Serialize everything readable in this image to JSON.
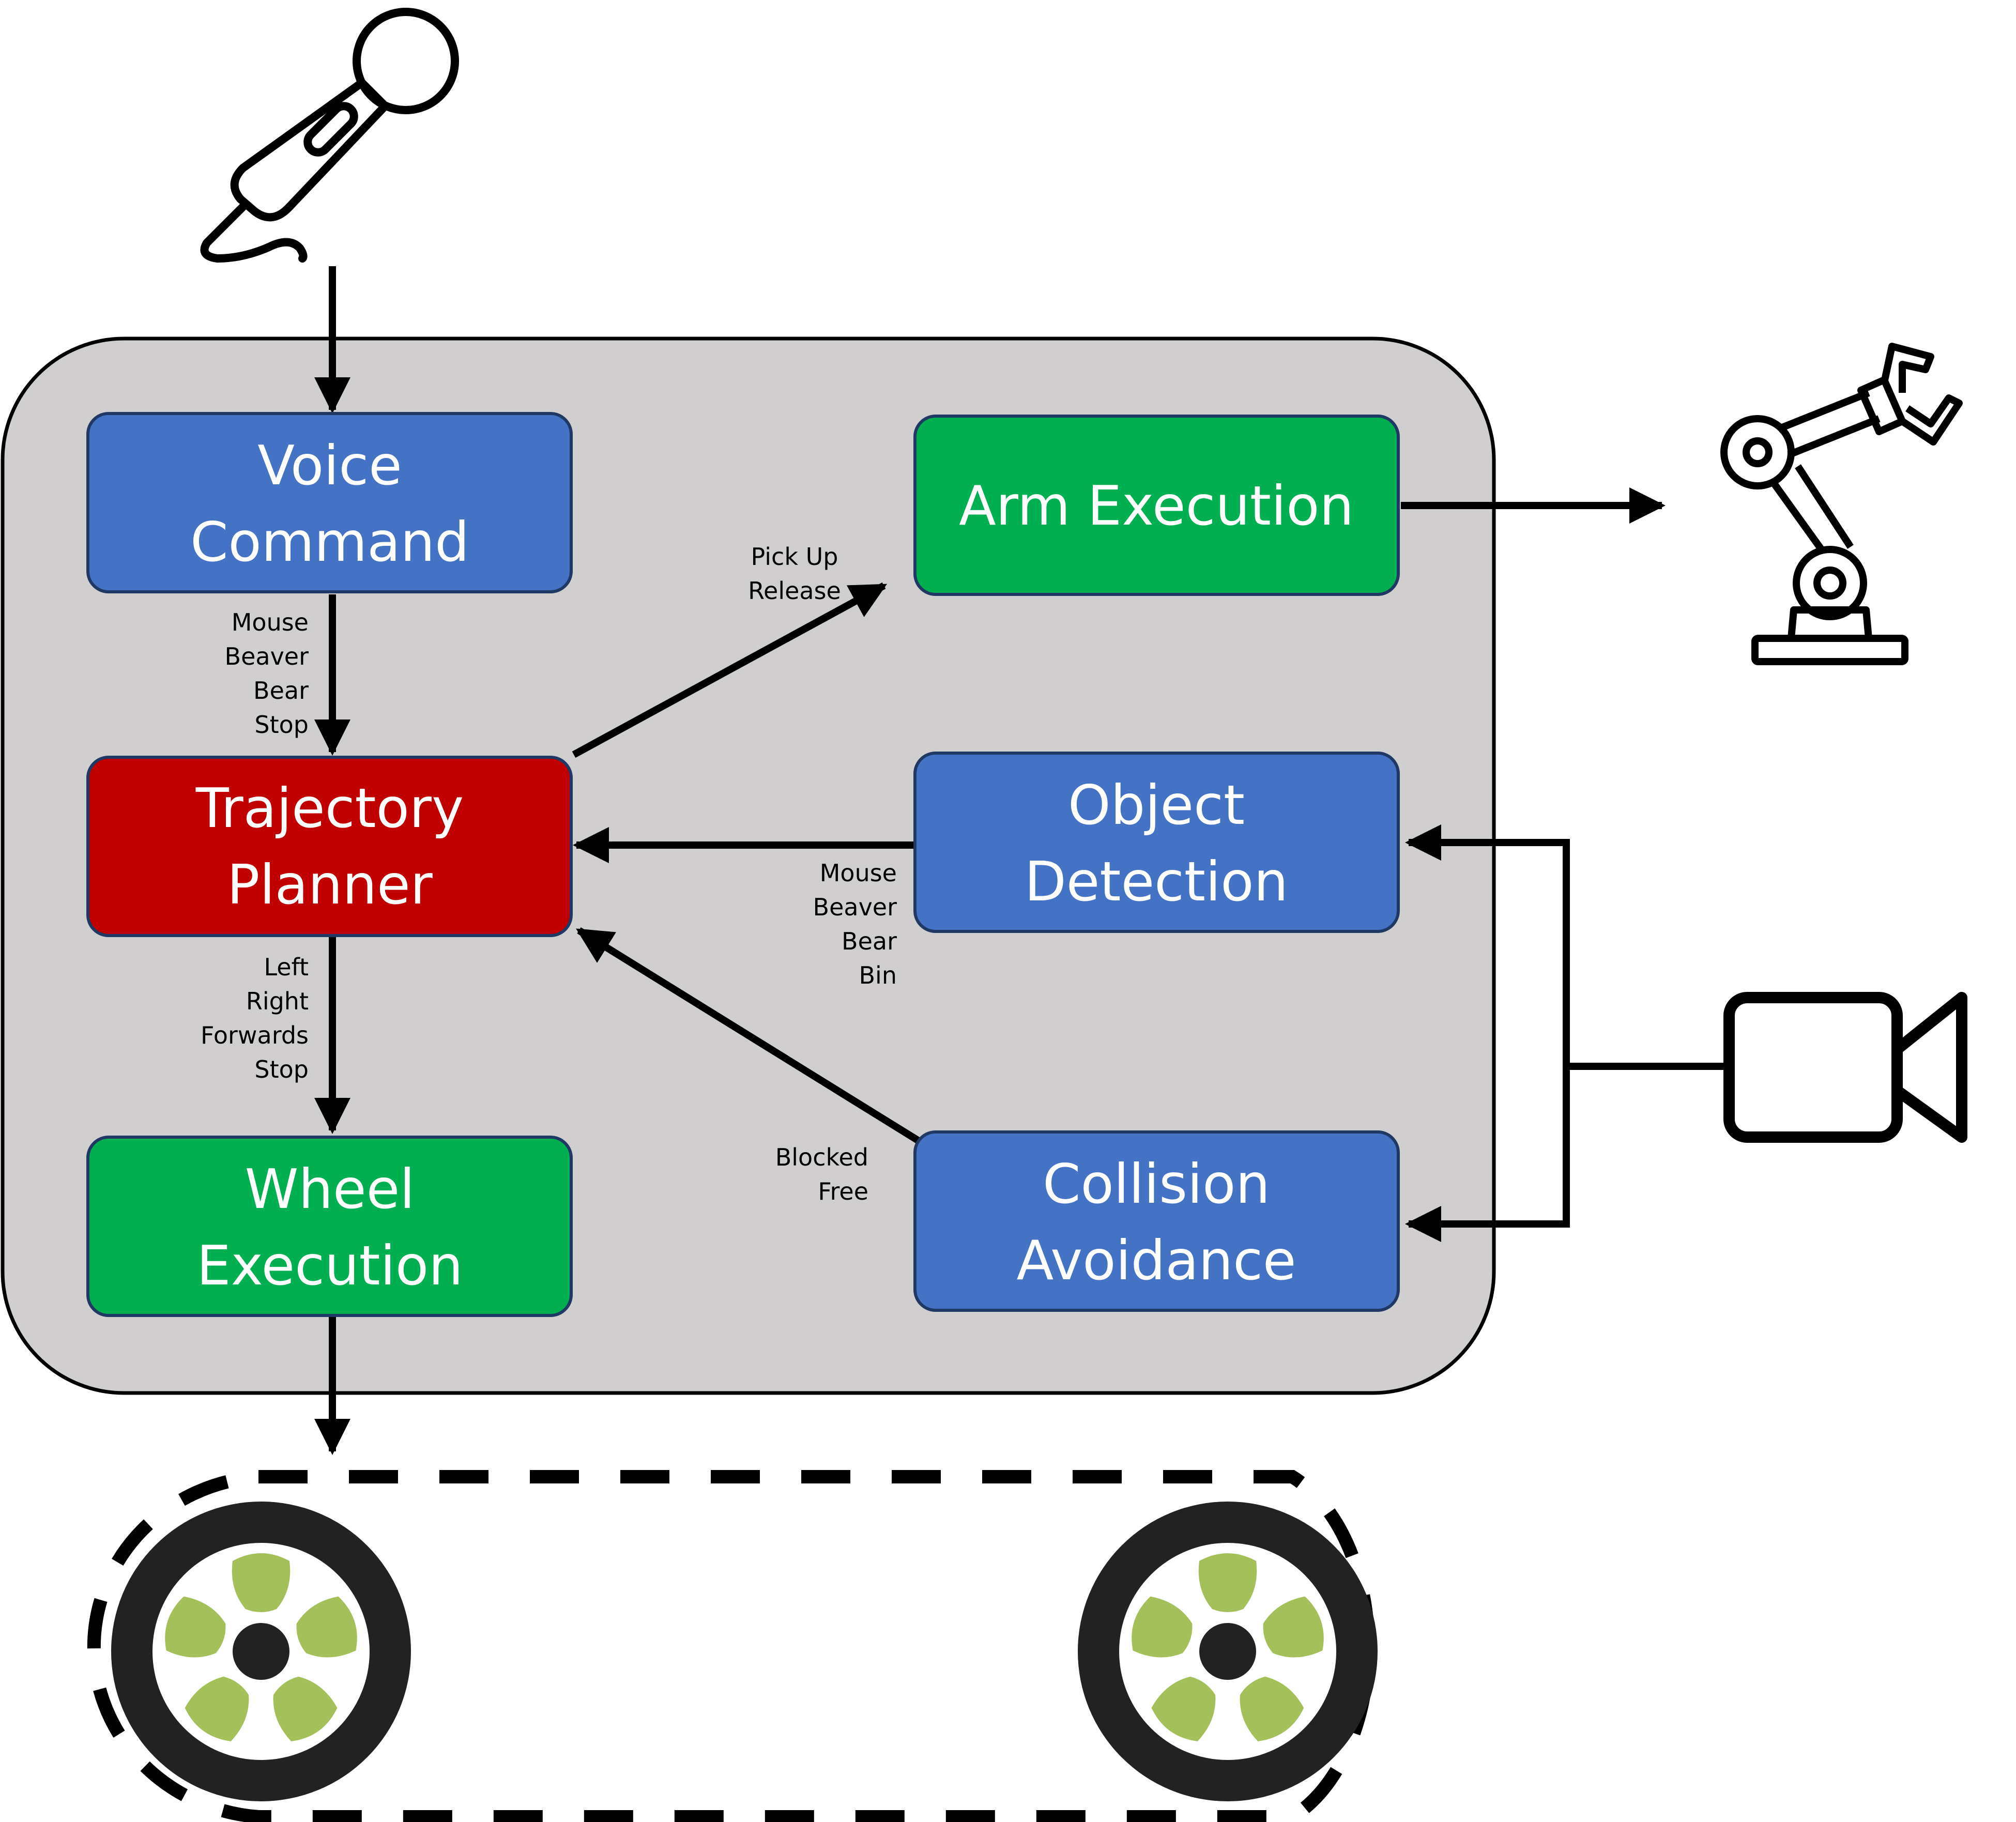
{
  "colors": {
    "blue": "#4472C4",
    "green": "#00B050",
    "red": "#C00000",
    "container": "#D0CECE",
    "wheel_hub": "#A3C05A",
    "wheel_tire": "#222222"
  },
  "boxes": {
    "voice_command": {
      "line1": "Voice",
      "line2": "Command",
      "color": "blue"
    },
    "trajectory_planner": {
      "line1": "Trajectory",
      "line2": "Planner",
      "color": "red"
    },
    "wheel_execution": {
      "line1": "Wheel",
      "line2": "Execution",
      "color": "green"
    },
    "arm_execution": {
      "line1": "Arm Execution",
      "color": "green"
    },
    "object_detection": {
      "line1": "Object",
      "line2": "Detection",
      "color": "blue"
    },
    "collision_avoidance": {
      "line1": "Collision",
      "line2": "Avoidance",
      "color": "blue"
    }
  },
  "edge_labels": {
    "voice_to_planner": [
      "Mouse",
      "Beaver",
      "Bear",
      "Stop"
    ],
    "planner_to_arm": [
      "Pick Up",
      "Release"
    ],
    "detection_to_planner": [
      "Mouse",
      "Beaver",
      "Bear",
      "Bin"
    ],
    "planner_to_wheel": [
      "Left",
      "Right",
      "Forwards",
      "Stop"
    ],
    "collision_to_planner": [
      "Blocked",
      "Free"
    ]
  },
  "icons": [
    "microphone-icon",
    "robot-arm-icon",
    "video-camera-icon",
    "wheel-icon",
    "tank-track-icon"
  ]
}
